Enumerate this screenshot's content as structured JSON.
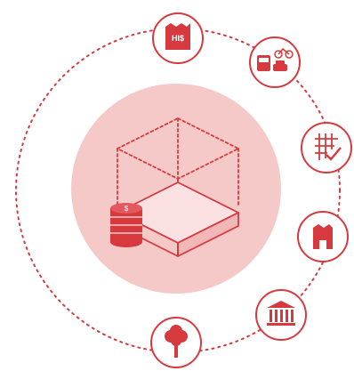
{
  "colors": {
    "accent": "#d63a3f",
    "center_fill": "#f6c9c9",
    "background": "#ffffff"
  },
  "nodes": [
    {
      "id": "his",
      "icon": "building-his-icon",
      "label": "HI$"
    },
    {
      "id": "transport",
      "icon": "transport-icon"
    },
    {
      "id": "planning",
      "icon": "grid-check-icon"
    },
    {
      "id": "store",
      "icon": "store-icon"
    },
    {
      "id": "institution",
      "icon": "bank-icon"
    },
    {
      "id": "green",
      "icon": "tree-icon"
    }
  ],
  "center": {
    "icon": "property-value-cube-icon"
  }
}
